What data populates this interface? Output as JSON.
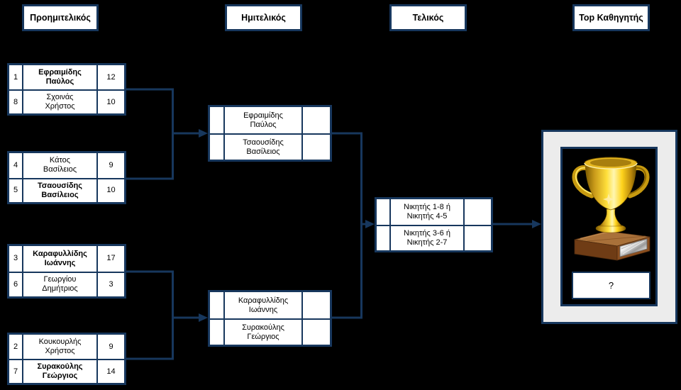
{
  "colors": {
    "background": "#000000",
    "accent": "#17375D",
    "box_fill": "#FFFFFF",
    "panel_fill": "#ECECEC",
    "trophy_gold": "#FFD41C",
    "trophy_wood": "#8A4E1F"
  },
  "headers": {
    "round1": "Προημιτελικός",
    "semifinal": "Ημιτελικός",
    "final": "Τελικός",
    "champion": "Top Καθηγητής"
  },
  "quarterfinals": [
    {
      "rows": [
        {
          "seed": "1",
          "name": "Εφραιμίδης\nΠαύλος",
          "score": "12",
          "winner": true
        },
        {
          "seed": "8",
          "name": "Σχοινάς\nΧρήστος",
          "score": "10",
          "winner": false
        }
      ]
    },
    {
      "rows": [
        {
          "seed": "4",
          "name": "Κάτος\nΒασίλειος",
          "score": "9",
          "winner": false
        },
        {
          "seed": "5",
          "name": "Τσαουσίδης\nΒασίλειος",
          "score": "10",
          "winner": true
        }
      ]
    },
    {
      "rows": [
        {
          "seed": "3",
          "name": "Καραφυλλίδης\nΙωάννης",
          "score": "17",
          "winner": true
        },
        {
          "seed": "6",
          "name": "Γεωργίου\nΔημήτριος",
          "score": "3",
          "winner": false
        }
      ]
    },
    {
      "rows": [
        {
          "seed": "2",
          "name": "Κουκουρλής\nΧρήστος",
          "score": "9",
          "winner": false
        },
        {
          "seed": "7",
          "name": "Συρακούλης\nΓεώργιος",
          "score": "14",
          "winner": true
        }
      ]
    }
  ],
  "semifinals": [
    {
      "rows": [
        {
          "name": "Εφραιμίδης\nΠαύλος"
        },
        {
          "name": "Τσαουσίδης\nΒασίλειος"
        }
      ]
    },
    {
      "rows": [
        {
          "name": "Καραφυλλίδης\nΙωάννης"
        },
        {
          "name": "Συρακούλης\nΓεώργιος"
        }
      ]
    }
  ],
  "final": {
    "rows": [
      {
        "name": "Νικητής  1-8 ή\nΝικητής 4-5"
      },
      {
        "name": "Νικητής 3-6 ή\nΝικητής 2-7"
      }
    ]
  },
  "champion_box": {
    "placeholder": "?"
  }
}
